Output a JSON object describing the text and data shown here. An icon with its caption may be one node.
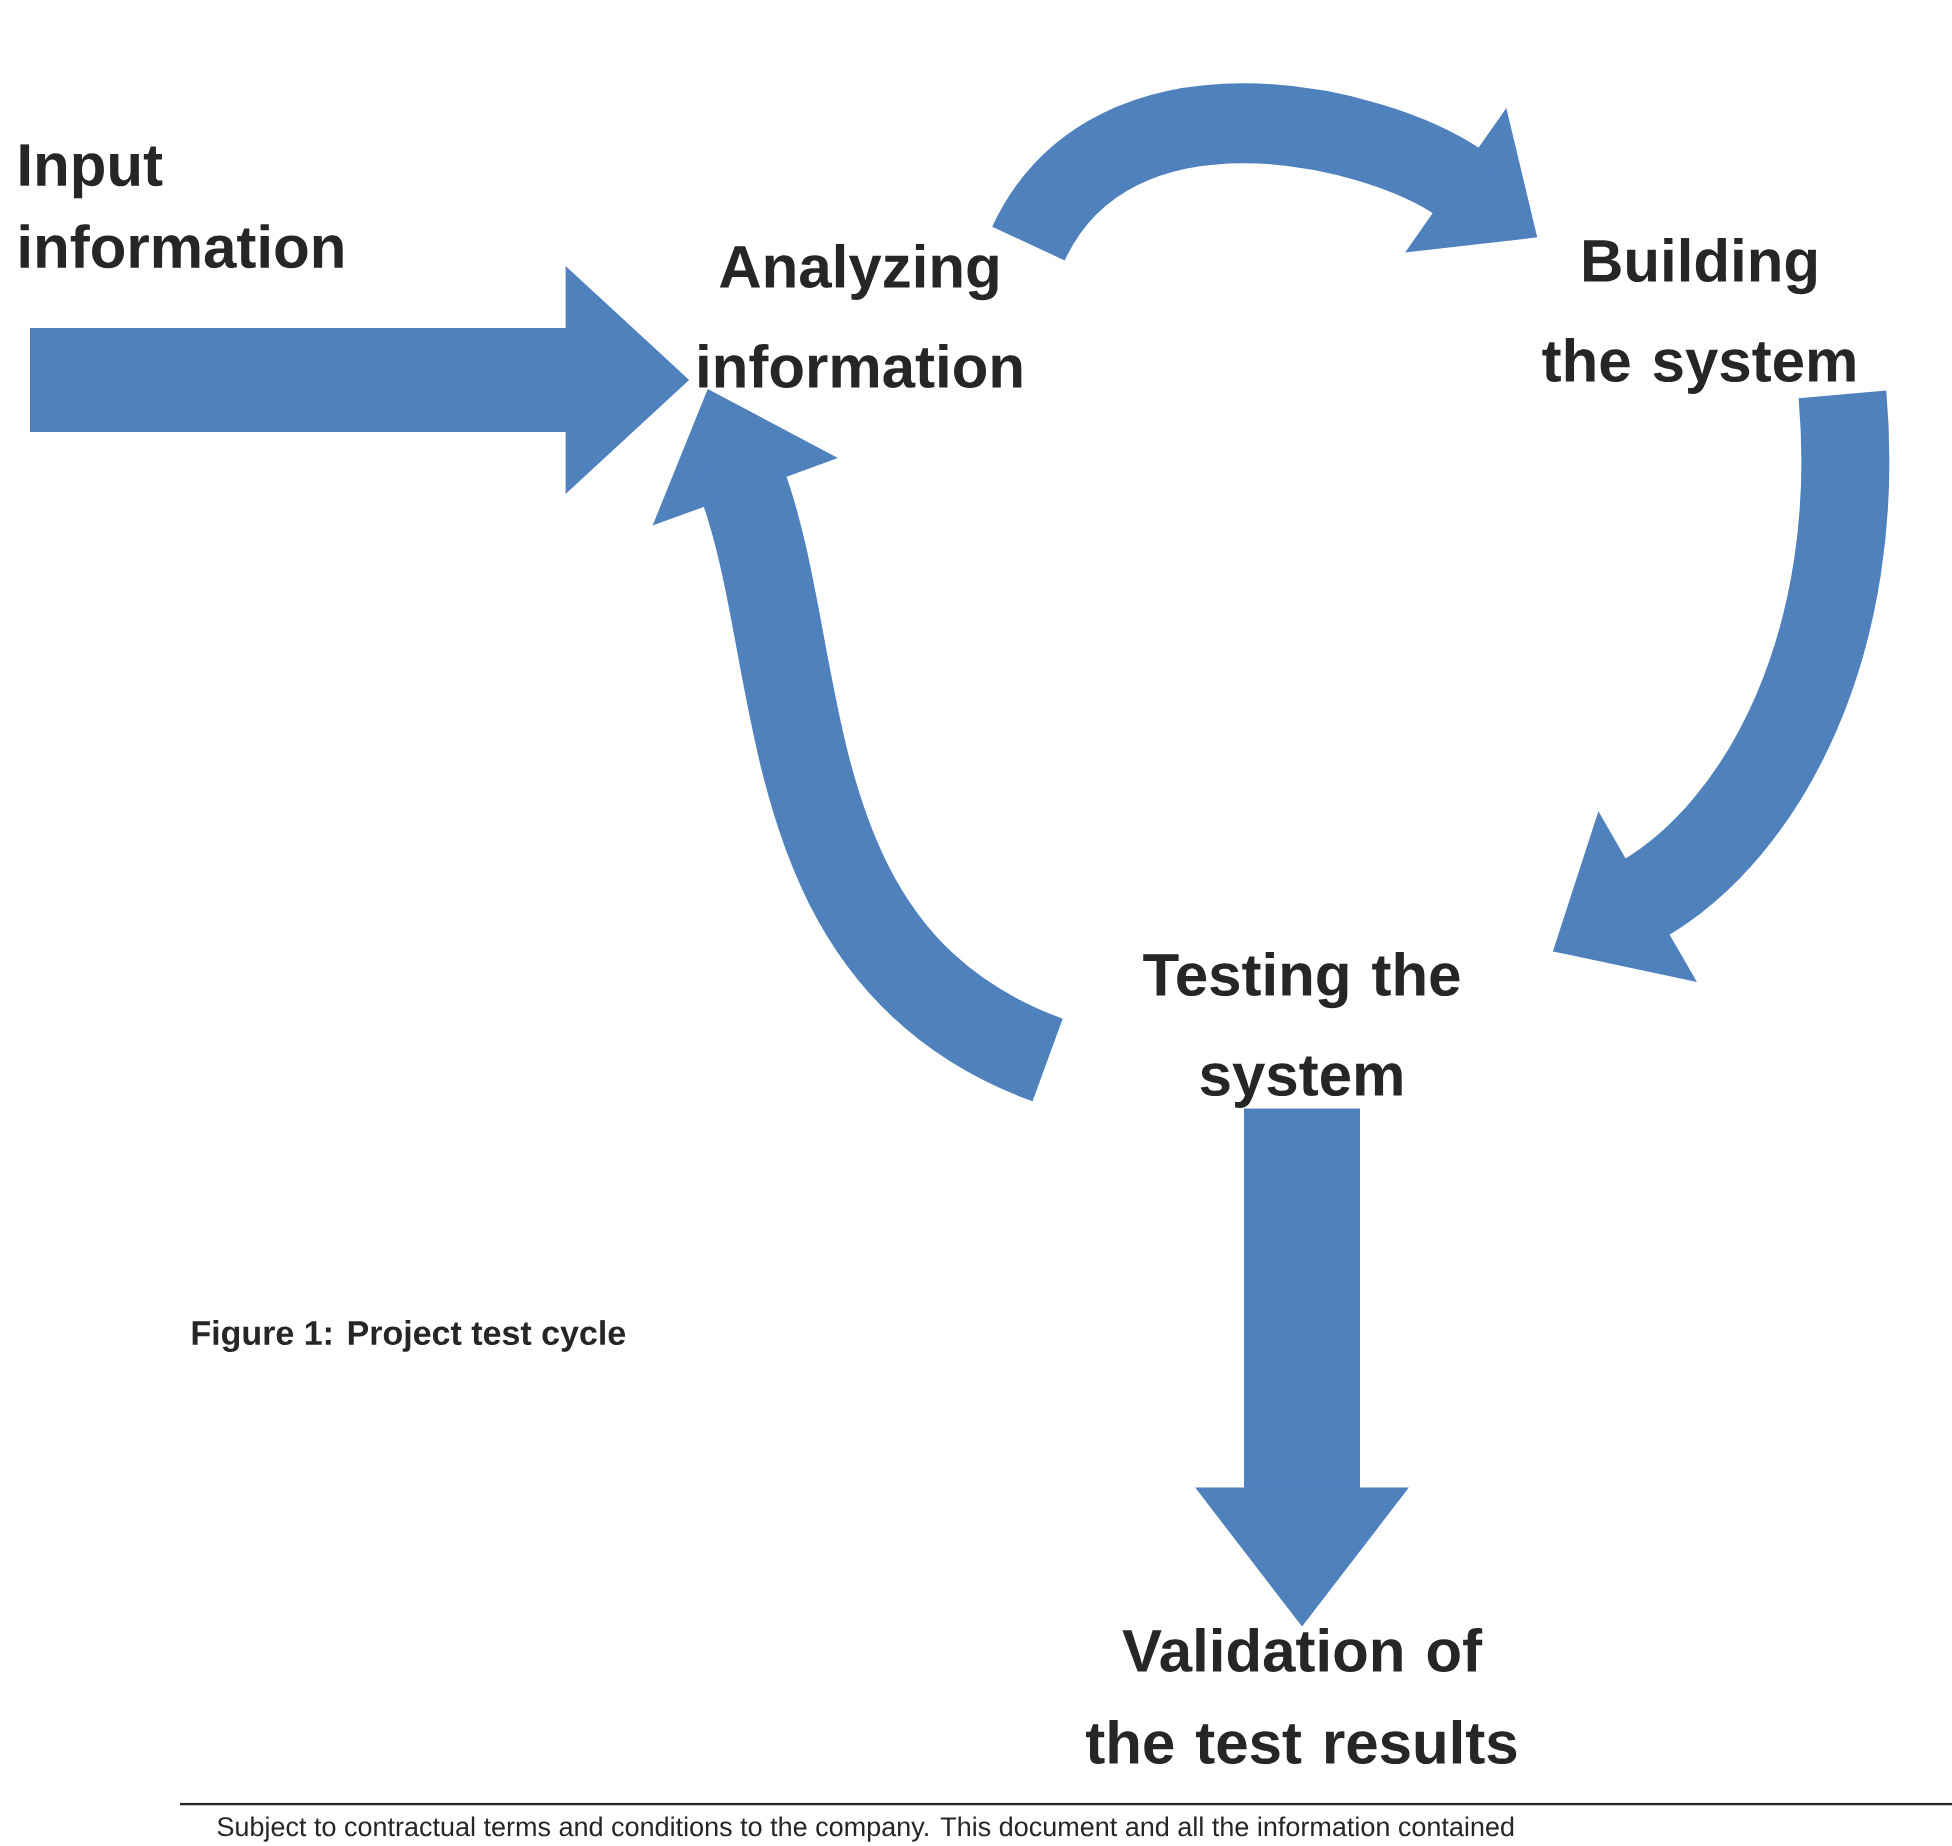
{
  "diagram": {
    "caption": "Figure 1: Project test cycle",
    "nodes": [
      {
        "text": [
          "Analyzing information"
        ]
      },
      {
        "text": [
          "Building the system"
        ]
      },
      {
        "text": [
          "Testing the system"
        ]
      },
      {
        "text": [
          "Validation of the test results"
        ]
      }
    ],
    "edges": [
      {
        "from": null,
        "to": 0,
        "arrow": "to"
      },
      {
        "from": 0,
        "to": 1,
        "arrow": "to"
      },
      {
        "from": 1,
        "to": 2,
        "arrow": "to"
      },
      {
        "from": 2,
        "to": 0,
        "arrow": "to"
      },
      {
        "from": 2,
        "to": 3,
        "arrow": "to"
      }
    ],
    "labels": [
      "Input information",
      "Subject to contractual terms and conditions to the company. This document and all the information contained"
    ]
  }
}
